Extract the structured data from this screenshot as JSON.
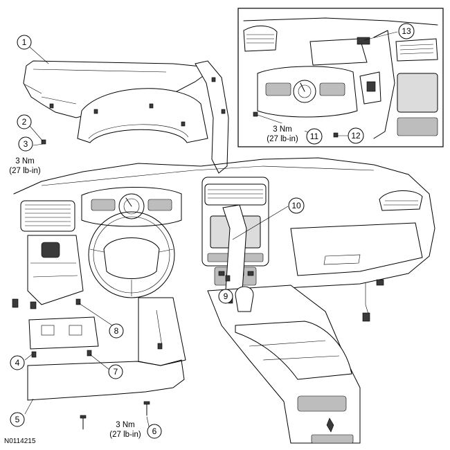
{
  "figure_id": "N0114215",
  "callouts": [
    "1",
    "2",
    "3",
    "4",
    "5",
    "6",
    "7",
    "8",
    "9",
    "10",
    "11",
    "12",
    "13"
  ],
  "torque_specs": {
    "left": {
      "line1": "3 Nm",
      "line2": "(27 lb-in)"
    },
    "bottom": {
      "line1": "3 Nm",
      "line2": "(27 lb-in)"
    },
    "inset": {
      "line1": "3 Nm",
      "line2": "(27 lb-in)"
    }
  }
}
